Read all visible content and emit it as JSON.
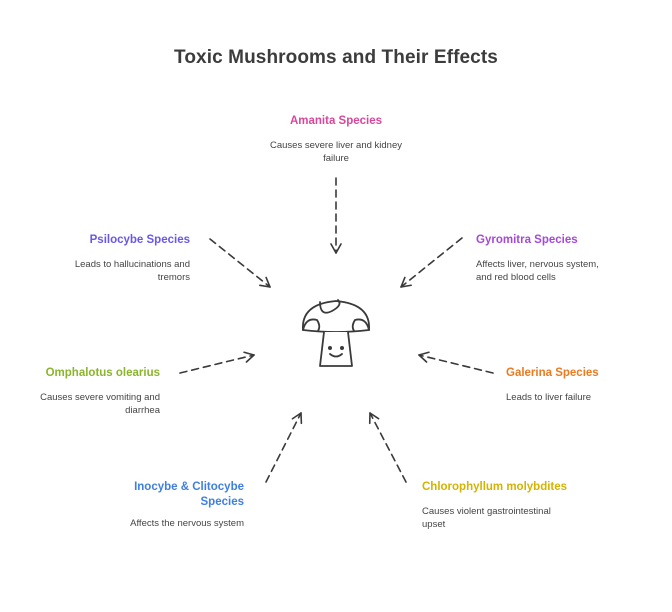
{
  "title": "Toxic Mushrooms and Their Effects",
  "colors": {
    "amanita": "#d9479a",
    "gyromitra": "#a44ad6",
    "galerina": "#ec7a20",
    "chlorophyllum": "#d4b400",
    "inocybe": "#3f7fe0",
    "omphalotus": "#8ab52c",
    "psilocybe": "#6a57e8",
    "line": "#3a3a3a"
  },
  "nodes": {
    "amanita": {
      "label": "Amanita Species",
      "desc1": "Causes severe liver and kidney",
      "desc2": "failure"
    },
    "gyromitra": {
      "label": "Gyromitra Species",
      "desc1": "Affects liver, nervous system,",
      "desc2": "and red blood cells"
    },
    "galerina": {
      "label": "Galerina Species",
      "desc1": "Leads to liver failure"
    },
    "chlorophyllum": {
      "label": "Chlorophyllum molybdites",
      "desc1": "Causes violent gastrointestinal",
      "desc2": "upset"
    },
    "inocybe": {
      "label1": "Inocybe & Clitocybe",
      "label2": "Species",
      "desc1": "Affects the nervous system"
    },
    "omphalotus": {
      "label": "Omphalotus olearius",
      "desc1": "Causes severe vomiting and",
      "desc2": "diarrhea"
    },
    "psilocybe": {
      "label": "Psilocybe Species",
      "desc1": "Leads to hallucinations and",
      "desc2": "tremors"
    }
  },
  "center_icon": "mushroom-icon"
}
